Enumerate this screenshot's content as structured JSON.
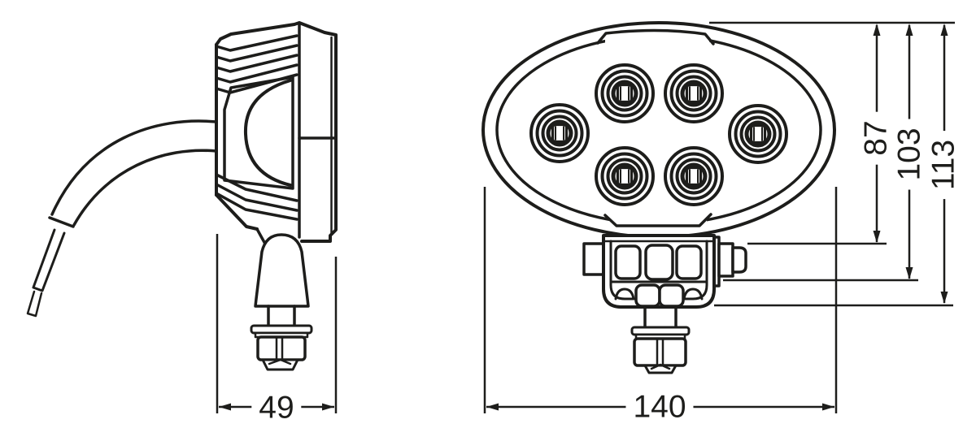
{
  "dims": {
    "side_width": "49",
    "front_width": "140",
    "height_to_bracket": "87",
    "height_to_bracket_base": "103",
    "overall_height": "113"
  },
  "style": {
    "line_color": "#1d1d1b",
    "background": "#ffffff"
  },
  "front_view": {
    "led_count": 6
  }
}
